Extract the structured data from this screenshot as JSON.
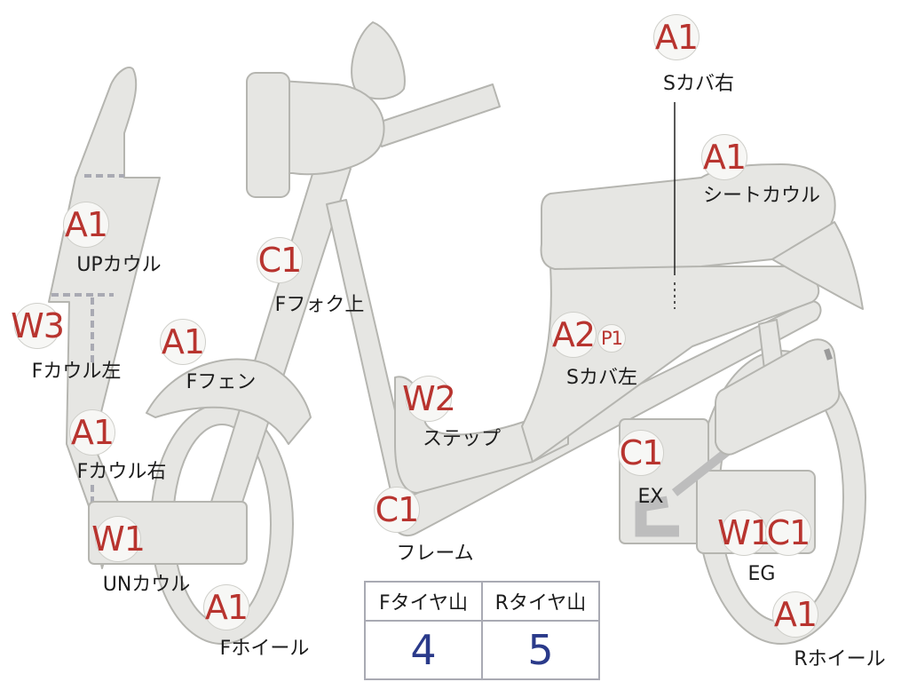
{
  "parts": [
    {
      "code": "A1",
      "label": "Sカバ右"
    },
    {
      "code": "A1",
      "label": "シートカウル"
    },
    {
      "code": "A1",
      "label": "UPカウル"
    },
    {
      "code": "C1",
      "label": "Fフォク上"
    },
    {
      "code": "W3",
      "label": "Fカウル左"
    },
    {
      "code": "A1",
      "label": "Fフェン"
    },
    {
      "code": "A2",
      "code2": "P1",
      "label": "Sカバ左"
    },
    {
      "code": "W2",
      "label": "ステップ"
    },
    {
      "code": "A1",
      "label": "Fカウル右"
    },
    {
      "code": "C1",
      "label": "EX"
    },
    {
      "code": "C1",
      "label": "フレーム"
    },
    {
      "code": "W1",
      "label": "UNカウル"
    },
    {
      "code": "W1",
      "code2": "C1",
      "label": "EG"
    },
    {
      "code": "A1",
      "label": "Fホイール"
    },
    {
      "code": "A1",
      "label": "Rホイール"
    }
  ],
  "tire_table": {
    "front_header": "Fタイヤ山",
    "rear_header": "Rタイヤ山",
    "front_value": "4",
    "rear_value": "5"
  },
  "colors": {
    "marker_text": "#b8342f",
    "table_value": "#2a3a8a",
    "part_fill": "#e6e6e3",
    "part_outline": "#b5b5b0"
  }
}
